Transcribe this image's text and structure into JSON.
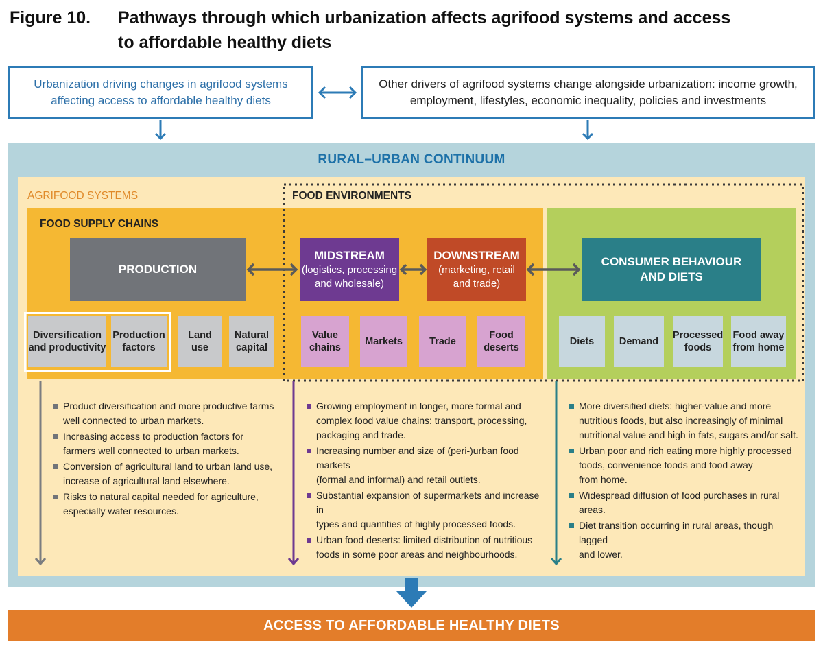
{
  "figure": {
    "number": "Figure 10.",
    "title_line1": "Pathways through which urbanization affects agrifood systems and access",
    "title_line2": "to affordable healthy diets"
  },
  "drivers": {
    "urbanization_line1": "Urbanization driving changes in agrifood systems",
    "urbanization_line2": "affecting access to affordable healthy diets",
    "other_line1": "Other drivers of agrifood systems change alongside urbanization: income growth,",
    "other_line2": "employment, lifestyles, economic inequality, policies and investments"
  },
  "continuum_label": "RURAL–URBAN CONTINUUM",
  "agrifood_label": "AGRIFOOD SYSTEMS",
  "food_env_label": "FOOD ENVIRONMENTS",
  "supply_label": "FOOD SUPPLY CHAINS",
  "production": {
    "title": "PRODUCTION"
  },
  "midstream": {
    "title": "MIDSTREAM",
    "sub1": "(logistics, processing",
    "sub2": "and wholesale)"
  },
  "downstream": {
    "title": "DOWNSTREAM",
    "sub1": "(marketing, retail",
    "sub2": "and trade)"
  },
  "consumer": {
    "title1": "CONSUMER BEHAVIOUR",
    "title2": "AND DIETS"
  },
  "production_items": [
    {
      "l1": "Diversification",
      "l2": "and productivity"
    },
    {
      "l1": "Production",
      "l2": "factors"
    },
    {
      "l1": "Land",
      "l2": "use"
    },
    {
      "l1": "Natural",
      "l2": "capital"
    }
  ],
  "food_env_items": [
    {
      "l1": "Value",
      "l2": "chains"
    },
    {
      "l1": "Markets",
      "l2": ""
    },
    {
      "l1": "Trade",
      "l2": ""
    },
    {
      "l1": "Food",
      "l2": "deserts"
    }
  ],
  "consumer_items": [
    {
      "l1": "Diets",
      "l2": ""
    },
    {
      "l1": "Demand",
      "l2": ""
    },
    {
      "l1": "Processed",
      "l2": "foods"
    },
    {
      "l1": "Food away",
      "l2": "from home"
    }
  ],
  "bullets_production": [
    [
      "Product diversification and more productive farms",
      "well connected to urban markets."
    ],
    [
      "Increasing access to production factors for",
      "farmers well connected to urban markets."
    ],
    [
      "Conversion of agricultural land to urban land use,",
      "increase of agricultural land elsewhere."
    ],
    [
      "Risks to natural capital needed for agriculture,",
      "especially water resources."
    ]
  ],
  "bullets_food_env": [
    [
      "Growing employment in longer, more formal and",
      "complex food value chains: transport, processing,",
      "packaging and trade."
    ],
    [
      "Increasing number and size of (peri-)urban food markets",
      "(formal and informal) and retail outlets."
    ],
    [
      "Substantial expansion of supermarkets and increase in",
      "types and quantities of highly processed foods."
    ],
    [
      "Urban food deserts: limited distribution of nutritious",
      "foods in some poor areas and neighbourhoods."
    ]
  ],
  "bullets_consumer": [
    [
      "More diversified diets: higher-value and more",
      "nutritious foods, but also increasingly of minimal",
      "nutritional value and high in fats, sugars and/or salt."
    ],
    [
      "Urban poor and rich eating more highly processed",
      "foods, convenience foods and food away",
      "from home."
    ],
    [
      "Widespread diffusion of food purchases in rural areas."
    ],
    [
      "Diet transition occurring in rural areas, though lagged",
      "and lower."
    ]
  ],
  "access_label": "ACCESS TO AFFORDABLE HEALTHY DIETS",
  "colors": {
    "driver_blue": "#2c7bb6",
    "production": "#717479",
    "midstream": "#6e3a91",
    "downstream": "#c04a27",
    "consumer": "#2a7f88",
    "access": "#e37d2a"
  }
}
